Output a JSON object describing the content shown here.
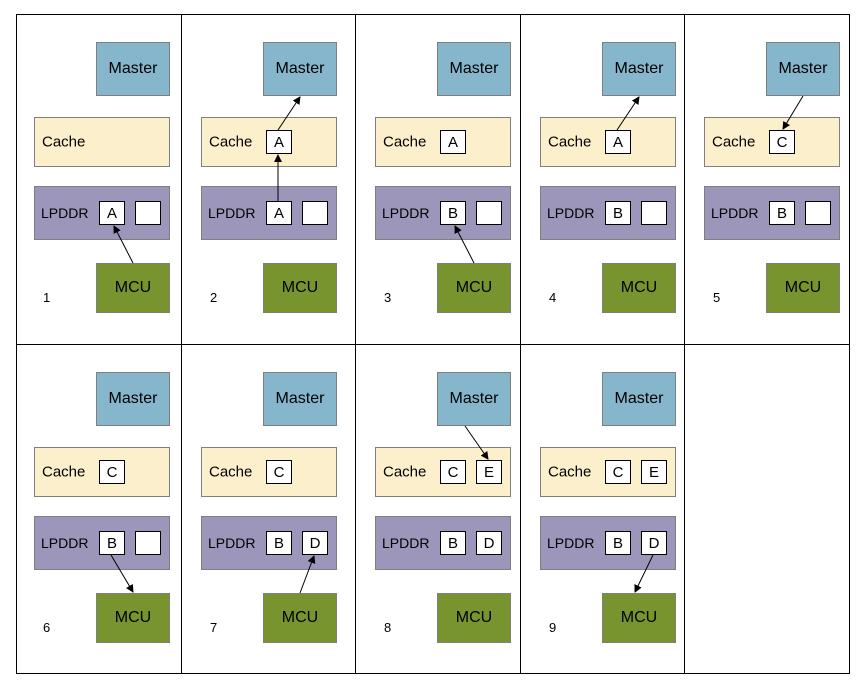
{
  "labels": {
    "master": "Master",
    "cache": "Cache",
    "lpddr": "LPDDR",
    "mcu": "MCU"
  },
  "colors": {
    "master": "#86b6cc",
    "cache": "#fcefcc",
    "lpddr": "#9d96bb",
    "mcu": "#77942f"
  },
  "panels": [
    {
      "step": "1",
      "cache": [],
      "lpddr": [
        "A",
        ""
      ],
      "arrows": [
        "mcu-to-lpddr1"
      ]
    },
    {
      "step": "2",
      "cache": [
        "A"
      ],
      "lpddr": [
        "A",
        ""
      ],
      "arrows": [
        "lpddr1-to-cache1",
        "cache1-to-master"
      ]
    },
    {
      "step": "3",
      "cache": [
        "A"
      ],
      "lpddr": [
        "B",
        ""
      ],
      "arrows": [
        "mcu-to-lpddr1"
      ]
    },
    {
      "step": "4",
      "cache": [
        "A"
      ],
      "lpddr": [
        "B",
        ""
      ],
      "arrows": [
        "cache1-to-master"
      ]
    },
    {
      "step": "5",
      "cache": [
        "C"
      ],
      "lpddr": [
        "B",
        ""
      ],
      "arrows": [
        "master-to-cache1"
      ]
    },
    {
      "step": "6",
      "cache": [
        "C"
      ],
      "lpddr": [
        "B",
        ""
      ],
      "arrows": [
        "lpddr1-to-mcu"
      ]
    },
    {
      "step": "7",
      "cache": [
        "C"
      ],
      "lpddr": [
        "B",
        "D"
      ],
      "arrows": [
        "mcu-to-lpddr2"
      ]
    },
    {
      "step": "8",
      "cache": [
        "C",
        "E"
      ],
      "lpddr": [
        "B",
        "D"
      ],
      "arrows": [
        "master-to-cache2"
      ]
    },
    {
      "step": "9",
      "cache": [
        "C",
        "E"
      ],
      "lpddr": [
        "B",
        "D"
      ],
      "arrows": [
        "lpddr2-to-mcu"
      ]
    }
  ]
}
